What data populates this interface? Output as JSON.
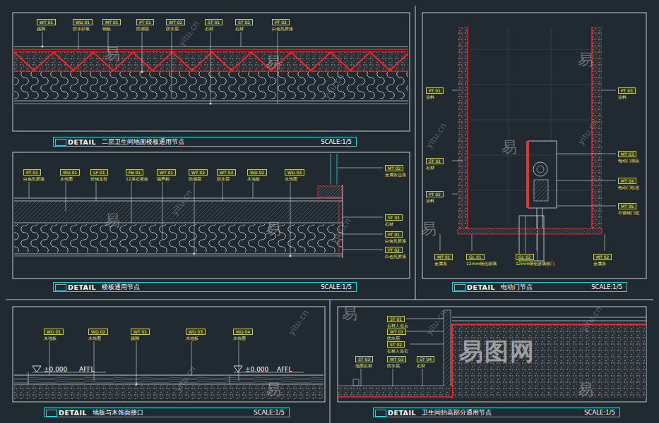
{
  "diagram": {
    "nodes": [
      {
        "text": [
          "WT 01",
          "踢脚"
        ]
      },
      {
        "text": [
          "WD 01",
          "防水砂浆"
        ]
      },
      {
        "text": [
          "MT 01",
          "钢板"
        ]
      },
      {
        "text": [
          "PT 01",
          "防潮层"
        ]
      },
      {
        "text": [
          "WT 02",
          "防水层"
        ]
      },
      {
        "text": [
          "ST 01",
          "石材"
        ]
      },
      {
        "text": [
          "ST 02",
          "石材"
        ]
      },
      {
        "text": [
          "PT 02",
          "白色乳胶漆"
        ]
      },
      {
        "text": [
          "DETAIL",
          "二层卫生间地面楼板通用节点",
          "SCALE:1/5"
        ]
      },
      {
        "text": [
          "PT 01",
          "白色乳胶漆"
        ]
      },
      {
        "text": [
          "WD 01",
          "木饰面"
        ]
      },
      {
        "text": [
          "LP 01",
          "轻钢龙骨"
        ]
      },
      {
        "text": [
          "FB 01",
          "12厚石膏板"
        ]
      },
      {
        "text": [
          "WT 01",
          "隔声棉"
        ]
      },
      {
        "text": [
          "WT 02",
          "防潮层"
        ]
      },
      {
        "text": [
          "WT 03",
          "防水层"
        ]
      },
      {
        "text": [
          "WD 02",
          "木地板"
        ]
      },
      {
        "text": [
          "WD 03",
          "木饰面"
        ]
      },
      {
        "text": [
          "MT 02",
          "金属收边条"
        ]
      },
      {
        "text": [
          "ST 01",
          "石材"
        ]
      },
      {
        "text": [
          "PT 01",
          "白色乳胶漆"
        ]
      },
      {
        "text": [
          "PT 02",
          "白色乳胶漆"
        ]
      },
      {
        "text": [
          "DETAIL",
          "楼板通用节点",
          "SCALE:1/5"
        ]
      },
      {
        "text": [
          "PT 01",
          "涂料"
        ]
      },
      {
        "text": [
          "ST 01",
          "石材"
        ]
      },
      {
        "text": [
          "PT 02",
          "涂料"
        ]
      },
      {
        "text": [
          "MT 01",
          "金属条"
        ]
      },
      {
        "text": [
          "GL 01",
          "12mm钢化玻璃"
        ]
      },
      {
        "text": [
          "GL 02",
          "12mm钢化玻璃移门"
        ]
      },
      {
        "text": [
          "MT 02",
          "金属条"
        ]
      },
      {
        "text": [
          "PT 03",
          "涂料"
        ]
      },
      {
        "text": [
          "MT 03",
          "电动门感应"
        ]
      },
      {
        "text": [
          "MT 04",
          "电动门轨道"
        ]
      },
      {
        "text": [
          "MT 05",
          "不锈钢门框"
        ]
      },
      {
        "text": [
          "DETAIL",
          "电动门节点",
          "SCALE:1/5"
        ]
      },
      {
        "text": [
          "WD 01",
          "木地板"
        ]
      },
      {
        "text": [
          "WD 02",
          "木饰面"
        ]
      },
      {
        "text": [
          "WT 01",
          "踢脚"
        ]
      },
      {
        "text": [
          "WD 03",
          "木地板"
        ]
      },
      {
        "text": [
          "WD 04",
          "木饰面"
        ]
      },
      {
        "text": [
          "DETAIL",
          "地板与木饰面接口",
          "SCALE:1/5"
        ]
      },
      {
        "text": [
          "ST 01",
          "石材人造石"
        ]
      },
      {
        "text": [
          "WT 01",
          "防水层"
        ]
      },
      {
        "text": [
          "ST 02",
          "石材人造石"
        ]
      },
      {
        "text": [
          "ST 03",
          "地面石材"
        ]
      },
      {
        "text": [
          "WT 03",
          "防水层"
        ]
      },
      {
        "text": [
          "ST 04",
          "石材"
        ]
      },
      {
        "text": [
          "DETAIL",
          "卫生间抬高部分通用节点",
          "SCALE:1/5"
        ]
      }
    ],
    "labels": [
      "±0.000",
      "AFFL",
      "±0.000",
      "AFFL",
      "易",
      "易",
      "易",
      "易",
      "易",
      "易",
      "易",
      "易",
      "易",
      "易",
      "yitu.cn",
      "yitu.cn",
      "yitu.cn",
      "yitu.cn",
      "yitu.cn",
      "yitu.cn",
      "yitu.cn",
      "yitu.cn",
      "yitu.cn",
      "yitu.cn",
      "易图网"
    ]
  }
}
